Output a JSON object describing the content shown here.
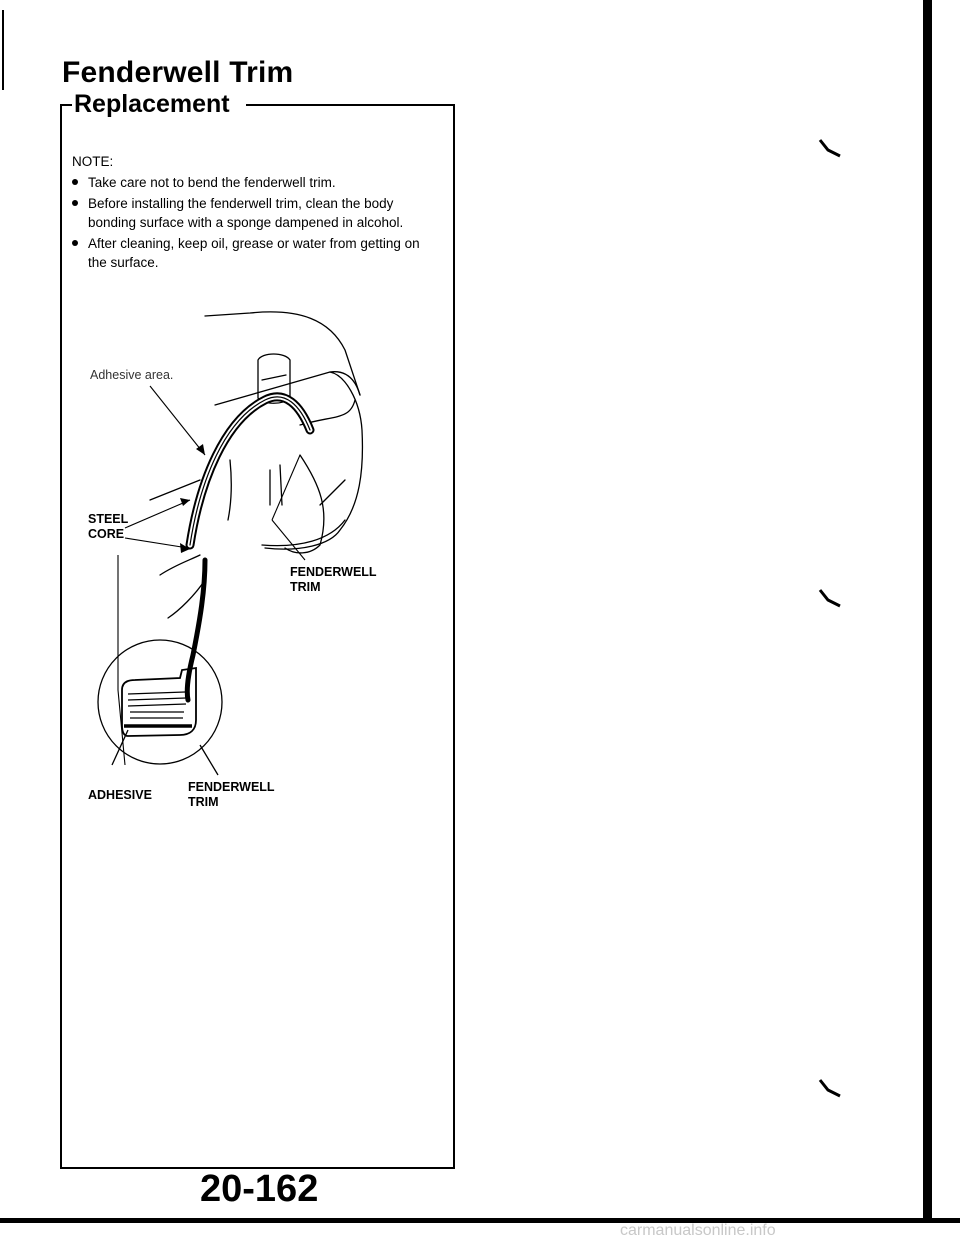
{
  "header": {
    "title": "Fenderwell Trim",
    "section": "Replacement"
  },
  "note": {
    "heading": "NOTE:",
    "items": [
      "Take care not to bend the fenderwell trim.",
      "Before installing the fenderwell trim, clean the body bonding surface with a sponge dampened in alcohol.",
      "After cleaning, keep oil, grease or water from getting on the surface."
    ]
  },
  "diagram": {
    "adhesive_area": "Adhesive area.",
    "steel_core_line1": "STEEL",
    "steel_core_line2": "CORE",
    "fenderwell_trim_line1": "FENDERWELL",
    "fenderwell_trim_line2": "TRIM",
    "adhesive": "ADHESIVE",
    "detail_fenderwell_trim_line1": "FENDERWELL",
    "detail_fenderwell_trim_line2": "TRIM"
  },
  "footer": {
    "page_number": "20-162",
    "watermark": "carmanualsonline.info"
  }
}
